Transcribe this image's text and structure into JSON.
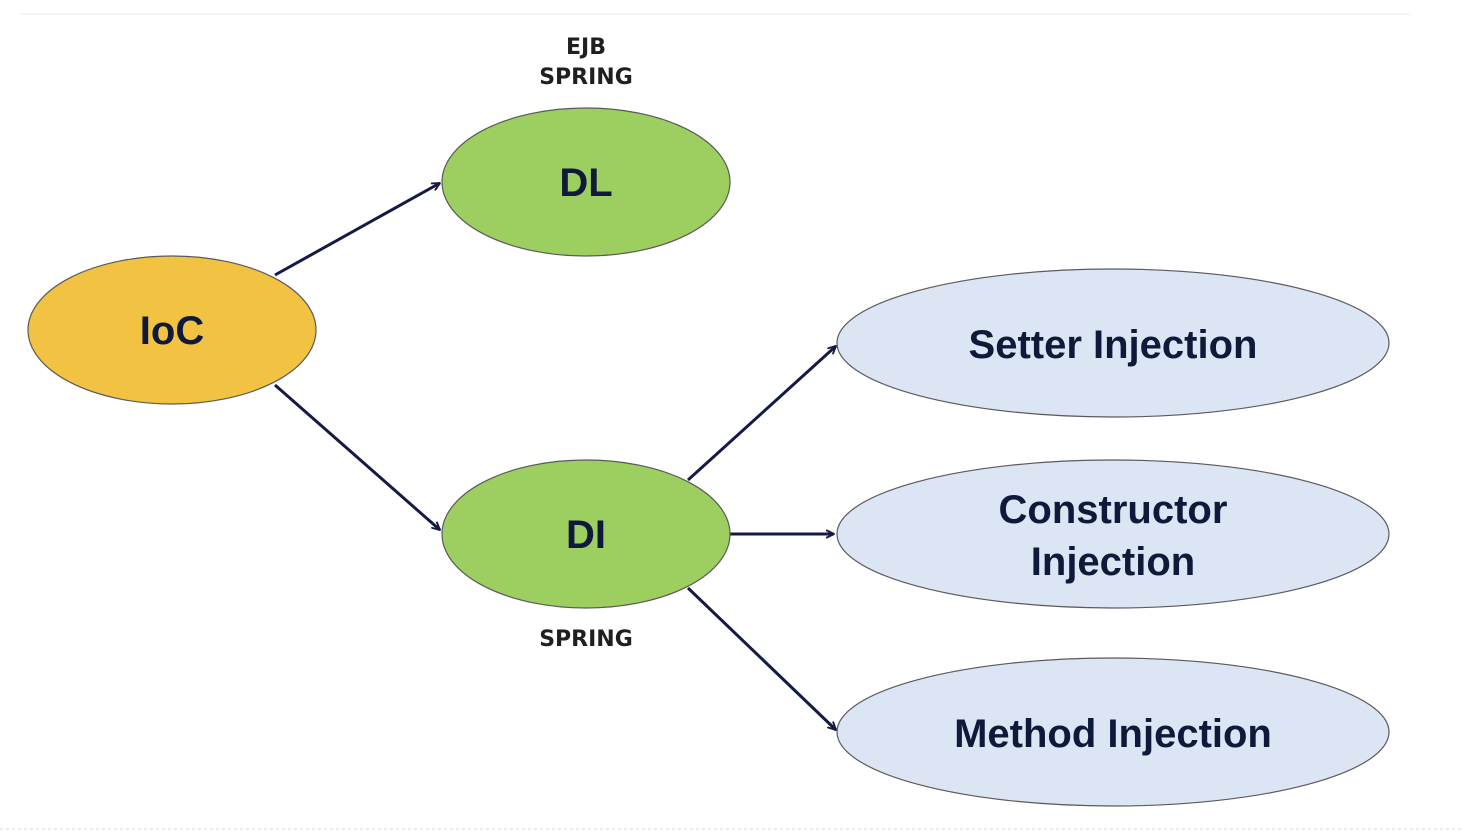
{
  "nodes": {
    "ioc": {
      "label": "IoC",
      "fill": "#f2c243"
    },
    "dl": {
      "label": "DL",
      "fill": "#9ccf5f",
      "annotation_lines": [
        "EJB",
        "SPRING"
      ]
    },
    "di": {
      "label": "DI",
      "fill": "#9ccf5f",
      "annotation_lines": [
        "SPRING"
      ]
    },
    "setter": {
      "label_lines": [
        "Setter Injection"
      ],
      "fill": "#dbe5f4"
    },
    "constructor": {
      "label_lines": [
        "Constructor",
        "Injection"
      ],
      "fill": "#dbe5f4"
    },
    "method": {
      "label_lines": [
        "Method Injection"
      ],
      "fill": "#dbe5f4"
    }
  },
  "edges": [
    {
      "from": "IoC",
      "to": "DL"
    },
    {
      "from": "IoC",
      "to": "DI"
    },
    {
      "from": "DI",
      "to": "Setter Injection"
    },
    {
      "from": "DI",
      "to": "Constructor Injection"
    },
    {
      "from": "DI",
      "to": "Method Injection"
    }
  ],
  "colors": {
    "arrow": "#141a46",
    "outline": "#5a5a5a",
    "text": "#0f1a3a"
  }
}
